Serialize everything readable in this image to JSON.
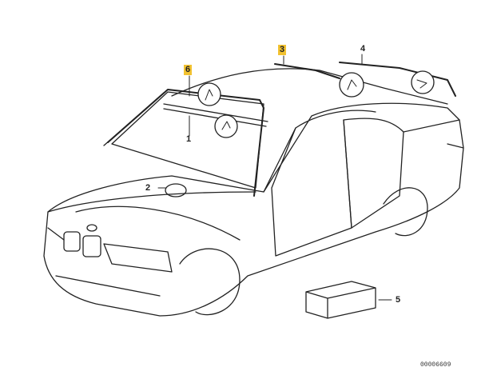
{
  "diagram": {
    "callouts": [
      {
        "id": "1",
        "label": "1",
        "highlighted": false
      },
      {
        "id": "2",
        "label": "2",
        "highlighted": false
      },
      {
        "id": "3",
        "label": "3",
        "highlighted": true
      },
      {
        "id": "4",
        "label": "4",
        "highlighted": false
      },
      {
        "id": "5",
        "label": "5",
        "highlighted": false
      },
      {
        "id": "6",
        "label": "6",
        "highlighted": true
      }
    ],
    "image_code": "00006609",
    "highlight_color": "#f2c230"
  }
}
